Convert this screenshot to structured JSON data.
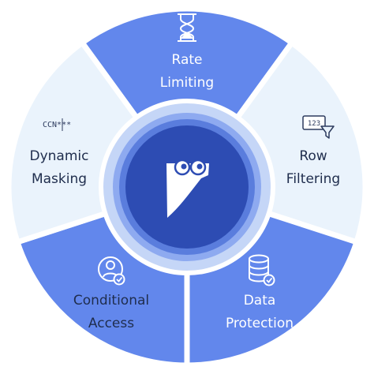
{
  "center": {
    "icon": "owl-logo-icon"
  },
  "segments": [
    {
      "id": "rate-limiting",
      "line1": "Rate",
      "line2": "Limiting",
      "icon": "hourglass-icon",
      "fill": "#6287ec",
      "text_color": "#ffffff"
    },
    {
      "id": "row-filtering",
      "line1": "Row",
      "line2": "Filtering",
      "icon": "number-filter-icon",
      "icon_text": "123",
      "fill": "#eaf3fc",
      "text_color": "#1f2d4d"
    },
    {
      "id": "data-protection",
      "line1": "Data",
      "line2": "Protection",
      "icon": "database-check-icon",
      "fill": "#6287ec",
      "text_color": "#ffffff"
    },
    {
      "id": "conditional-access",
      "line1": "Conditional",
      "line2": "Access",
      "icon": "user-check-icon",
      "fill": "#6287ec",
      "text_color": "#1f2d4d"
    },
    {
      "id": "dynamic-masking",
      "line1": "Dynamic",
      "line2": "Masking",
      "icon": "masked-text-icon",
      "icon_text": "CCN***",
      "fill": "#eaf3fc",
      "text_color": "#1f2d4d"
    }
  ],
  "colors": {
    "primary_blue": "#6287ec",
    "pale_blue": "#eaf3fc",
    "hub_dark": "#2d4cb3",
    "hub_ring": "#5a7ddd",
    "dark_text": "#1f2d4d"
  }
}
